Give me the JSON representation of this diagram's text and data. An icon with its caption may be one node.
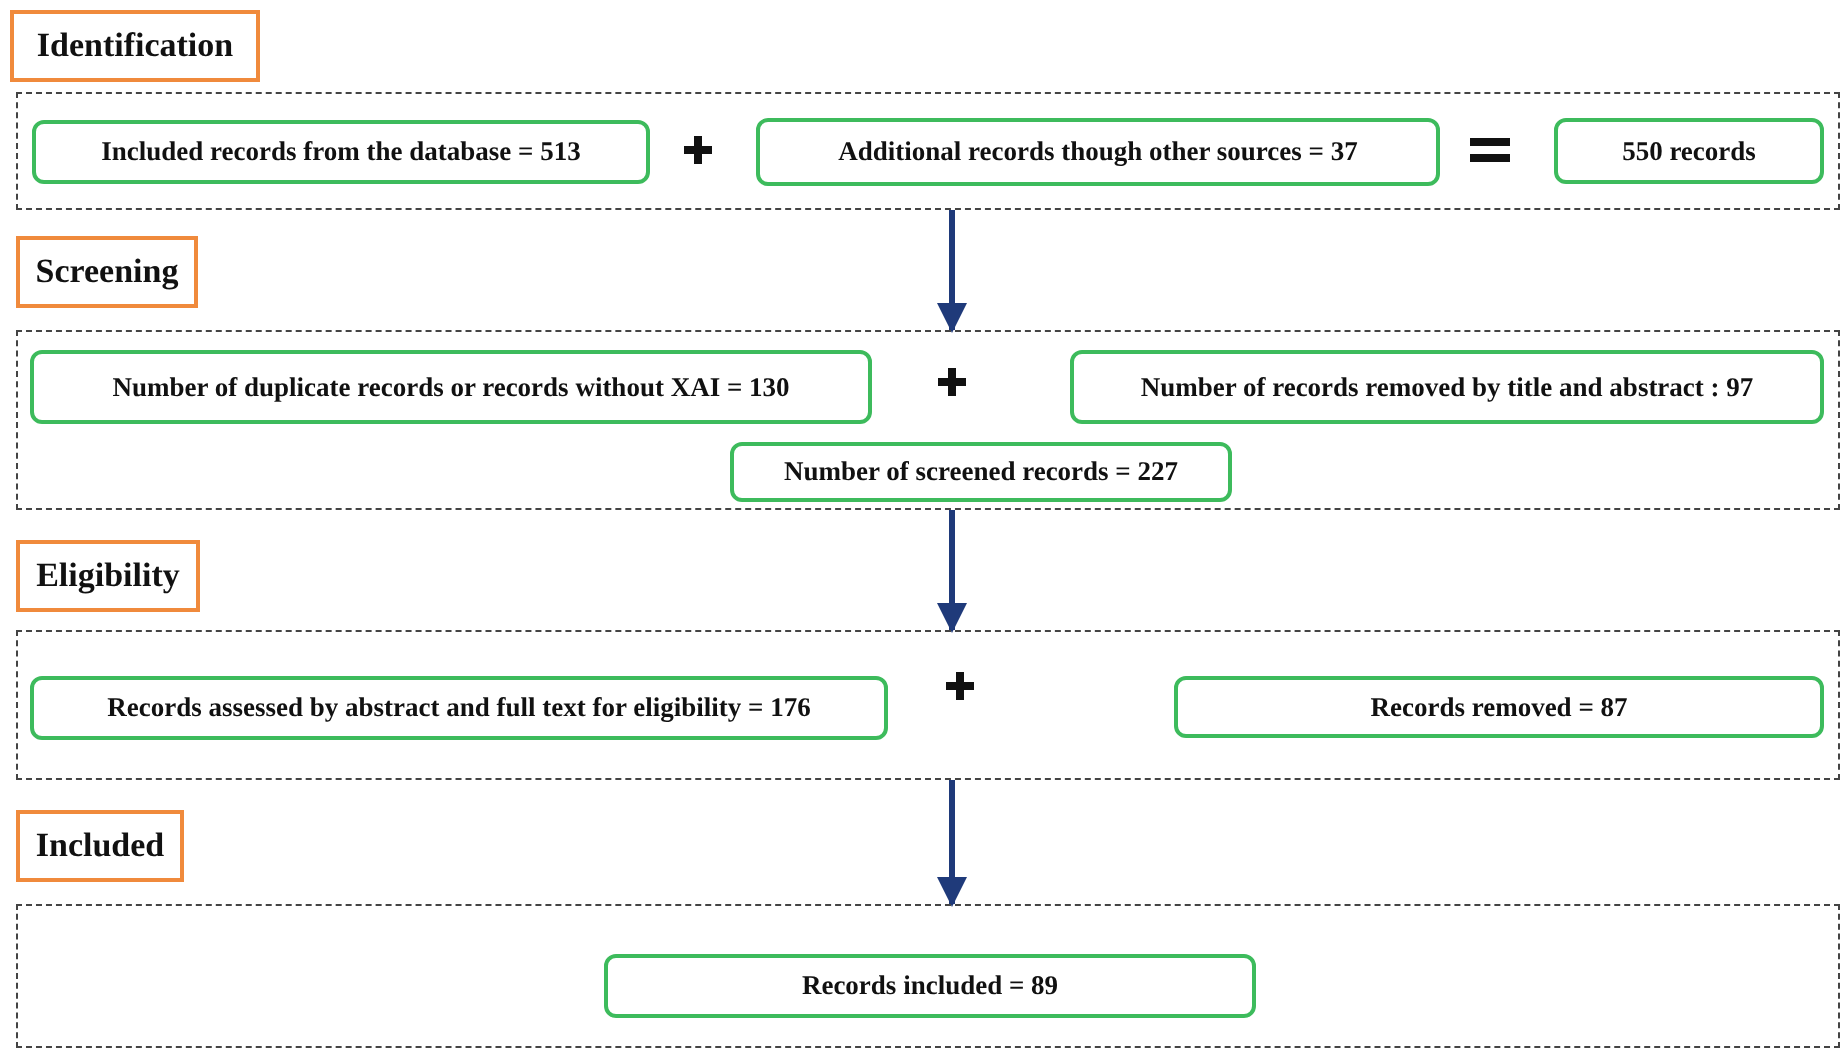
{
  "diagram": {
    "nodes": [
      {
        "text": [
          "Identification"
        ]
      },
      {
        "text": [],
        "shape": "box"
      },
      {
        "text": [
          "Included records from the database = 513"
        ],
        "in": 1
      },
      {
        "text": [
          "Additional records though other sources = 37"
        ],
        "in": 1
      },
      {
        "text": [
          "550 records"
        ],
        "in": 1
      },
      {
        "text": [
          "Screening"
        ]
      },
      {
        "text": [],
        "shape": "box"
      },
      {
        "text": [
          "Number of duplicate records or records without XAI = 130"
        ],
        "in": 6
      },
      {
        "text": [
          "Number of records removed by title and abstract : 97"
        ],
        "in": 6
      },
      {
        "text": [
          "Number of screened records = 227"
        ],
        "in": 6
      },
      {
        "text": [
          "Eligibility"
        ]
      },
      {
        "text": [],
        "shape": "box"
      },
      {
        "text": [
          "Records assessed by abstract and full text for eligibility = 176"
        ],
        "in": 11
      },
      {
        "text": [
          "Records removed = 87"
        ],
        "in": 11
      },
      {
        "text": [
          "Included"
        ]
      },
      {
        "text": [],
        "shape": "box"
      },
      {
        "text": [
          "Records included = 89"
        ],
        "in": 15
      }
    ],
    "edges": [
      {
        "from": 1,
        "to": 6,
        "arrow": "to"
      },
      {
        "from": 6,
        "to": 11,
        "arrow": "to"
      },
      {
        "from": 11,
        "to": 15,
        "arrow": "to"
      }
    ]
  }
}
